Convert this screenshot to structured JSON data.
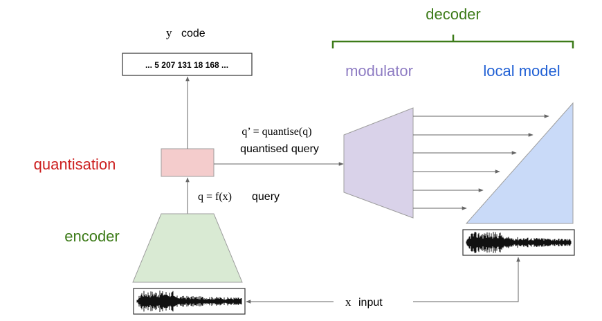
{
  "decoder": {
    "label": "decoder"
  },
  "modulator": {
    "label": "modulator"
  },
  "local_model": {
    "label": "local model"
  },
  "code": {
    "symbol": "y",
    "label": "code",
    "value": "... 5 207 131 18 168 ..."
  },
  "quantisation": {
    "label": "quantisation"
  },
  "encoder": {
    "label": "encoder"
  },
  "quantised_query": {
    "formula": "q’ = quantise(q)",
    "label": "quantised query"
  },
  "query": {
    "formula": "q = f(x)",
    "label": "query"
  },
  "input": {
    "symbol": "x",
    "label": "input"
  },
  "colors": {
    "green": "#3d7b19",
    "purple": "#8e7cc3",
    "blue": "#1f5fd4",
    "red": "#cc1f1f",
    "encoder_fill": "#d9ead3",
    "quant_fill": "#f4cccc",
    "modulator_fill": "#d9d2e9",
    "local_model_fill": "#c9daf8",
    "arrow": "#666666"
  }
}
